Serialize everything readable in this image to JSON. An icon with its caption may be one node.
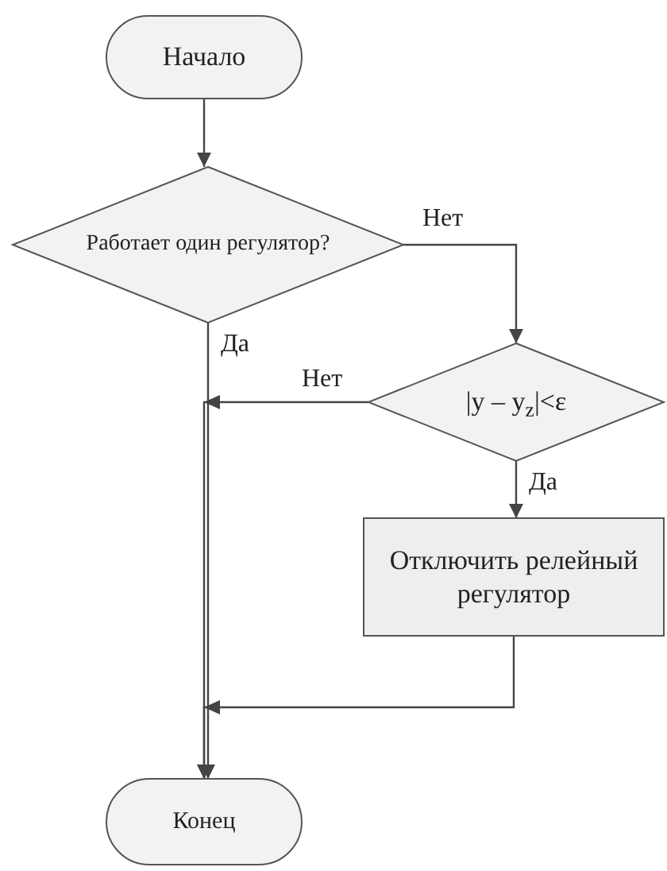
{
  "diagram": {
    "nodes": [
      {
        "text": [
          "Начало"
        ]
      },
      {
        "text": [
          "Работает один регулятор?"
        ]
      },
      {
        "text": [
          "|y – y$_{z}$|<ε"
        ]
      },
      {
        "text": [
          "Отключить релейный регулятор"
        ]
      },
      {
        "text": [
          "Конец"
        ]
      }
    ],
    "edges": [
      {
        "from": 0,
        "to": 1,
        "arrow": "to"
      },
      {
        "from": 1,
        "to": 2,
        "arrow": "to",
        "label": "Нет"
      },
      {
        "from": 1,
        "to": 4,
        "arrow": "to",
        "label": "Да"
      },
      {
        "from": 2,
        "to": 4,
        "arrow": "to",
        "label": "Нет"
      },
      {
        "from": 2,
        "to": 3,
        "arrow": "to",
        "label": "Да"
      },
      {
        "from": 3,
        "to": 4,
        "arrow": "to"
      }
    ]
  }
}
